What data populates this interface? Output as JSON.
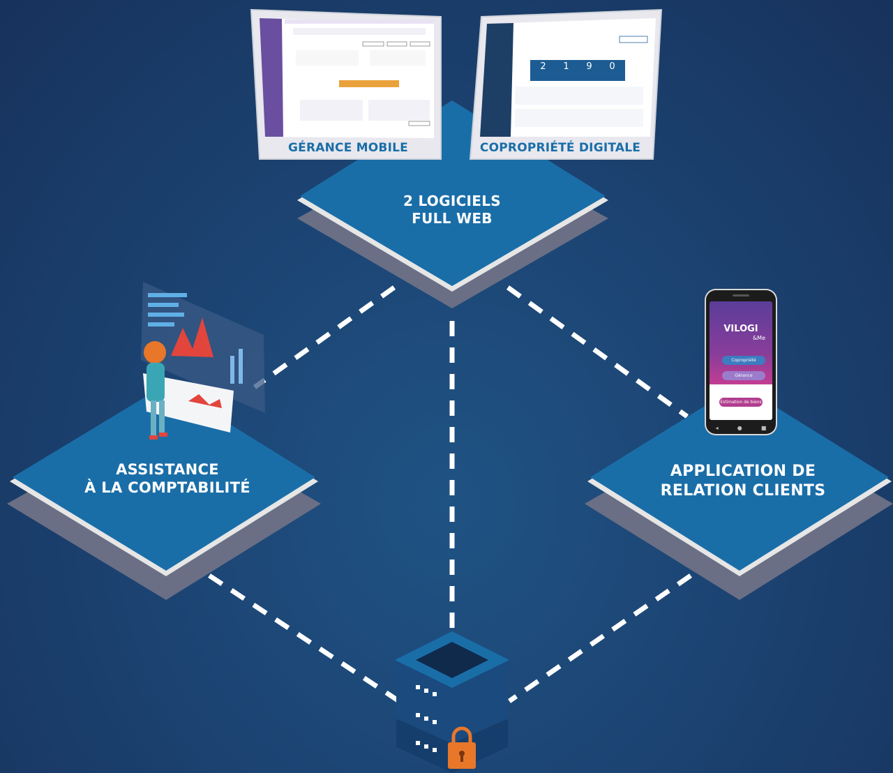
{
  "nodes": {
    "top": {
      "line1": "2 LOGICIELS",
      "line2": "FULL WEB"
    },
    "left": {
      "line1": "ASSISTANCE",
      "line2": "À LA COMPTABILITÉ"
    },
    "right": {
      "line1": "APPLICATION DE",
      "line2": "RELATION CLIENTS"
    }
  },
  "screens": {
    "left_caption": "GÉRANCE MOBILE",
    "right_caption": "COPROPRIÉTÉ DIGITALE",
    "right_stats": [
      "2",
      "1",
      "9",
      "0"
    ]
  },
  "phone": {
    "brand": "VILOGI",
    "brand_suffix": "&Me",
    "buttons": [
      "Copropriété",
      "Gérance",
      "Estimation de biens"
    ]
  },
  "colors": {
    "background": "#1c4473",
    "diamond_top": "#1a6ea8",
    "diamond_edge": "#e6e6e6",
    "diamond_shadow": "#6a6f85",
    "lock": "#e8772a",
    "server": "#123a66"
  }
}
